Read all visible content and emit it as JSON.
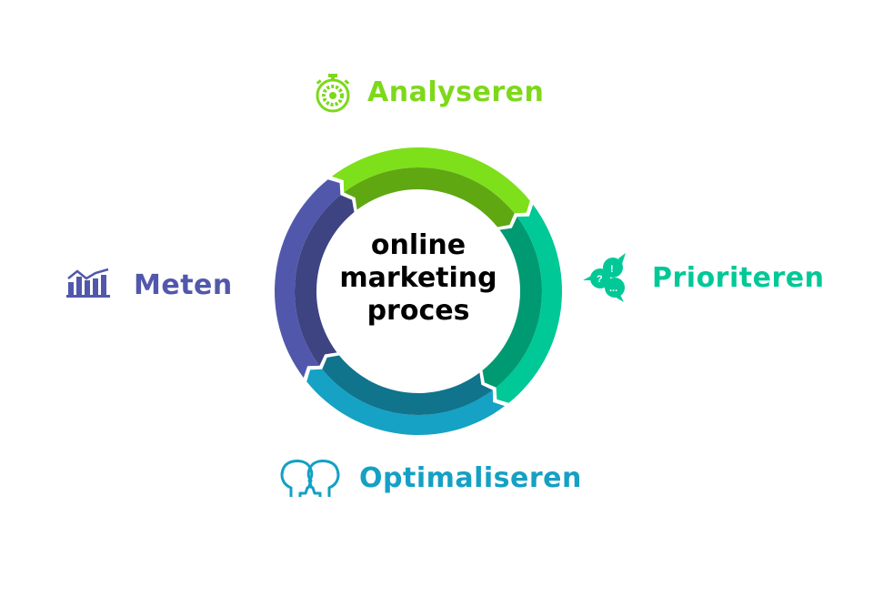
{
  "center_title": [
    "online",
    "marketing",
    "proces"
  ],
  "stages": [
    {
      "label": "Analyseren",
      "icon": "stopwatch-gear-icon",
      "color": "#7ed81a",
      "light": "#7ee01a",
      "dark": "#5fa812"
    },
    {
      "label": "Prioriteren",
      "icon": "speech-bubbles-icon",
      "color": "#00c896",
      "light": "#00c896",
      "dark": "#009a72"
    },
    {
      "label": "Optimaliseren",
      "icon": "two-heads-icon",
      "color": "#15a0c4",
      "light": "#15a2c4",
      "dark": "#10748c"
    },
    {
      "label": "Meten",
      "icon": "bar-chart-icon",
      "color": "#5158ac",
      "light": "#5158ac",
      "dark": "#3e4382"
    }
  ]
}
